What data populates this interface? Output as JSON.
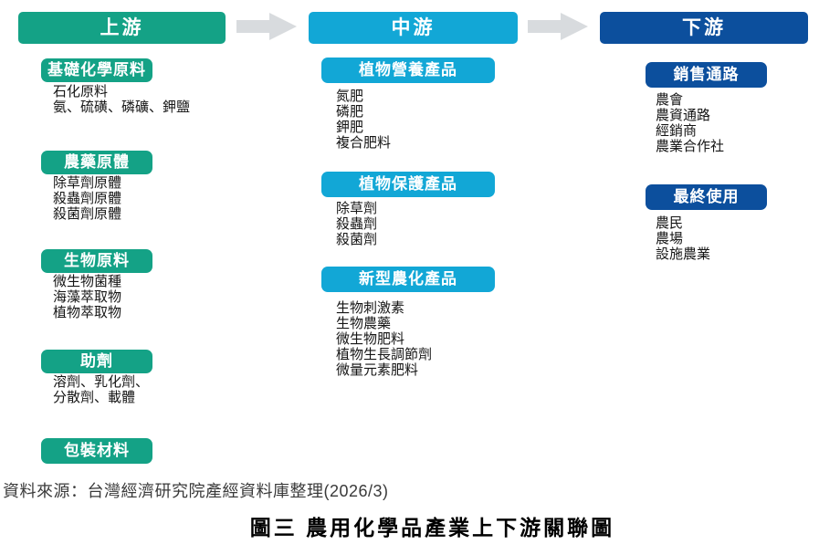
{
  "colors": {
    "upstream": "#14A286",
    "midstream": "#12A7D6",
    "downstream": "#0C4F9D",
    "arrow": "#D8DBDE"
  },
  "columns": [
    {
      "header": "上游",
      "groups": [
        {
          "label": "基礎化學原料",
          "items": [
            "石化原料",
            "氨、硫磺、磷礦、鉀鹽"
          ]
        },
        {
          "label": "農藥原體",
          "items": [
            "除草劑原體",
            "殺蟲劑原體",
            "殺菌劑原體"
          ]
        },
        {
          "label": "生物原料",
          "items": [
            "微生物菌種",
            "海藻萃取物",
            "植物萃取物"
          ]
        },
        {
          "label": "助劑",
          "items": [
            "溶劑、乳化劑、",
            "分散劑、載體"
          ]
        },
        {
          "label": "包裝材料",
          "items": []
        }
      ]
    },
    {
      "header": "中游",
      "groups": [
        {
          "label": "植物營養產品",
          "items": [
            "氮肥",
            "磷肥",
            "鉀肥",
            "複合肥料"
          ]
        },
        {
          "label": "植物保護產品",
          "items": [
            "除草劑",
            "殺蟲劑",
            "殺菌劑"
          ]
        },
        {
          "label": "新型農化產品",
          "items": [
            "生物刺激素",
            "生物農藥",
            "微生物肥料",
            "植物生長調節劑",
            "微量元素肥料"
          ]
        }
      ]
    },
    {
      "header": "下游",
      "groups": [
        {
          "label": "銷售通路",
          "items": [
            "農會",
            "農資通路",
            "經銷商",
            "農業合作社"
          ]
        },
        {
          "label": "最終使用",
          "items": [
            "農民",
            "農場",
            "設施農業"
          ]
        }
      ]
    }
  ],
  "footer": {
    "source": "資料來源：台灣經濟研究院產經資料庫整理(2026/3)",
    "caption": "圖三 農用化學品產業上下游關聯圖"
  }
}
